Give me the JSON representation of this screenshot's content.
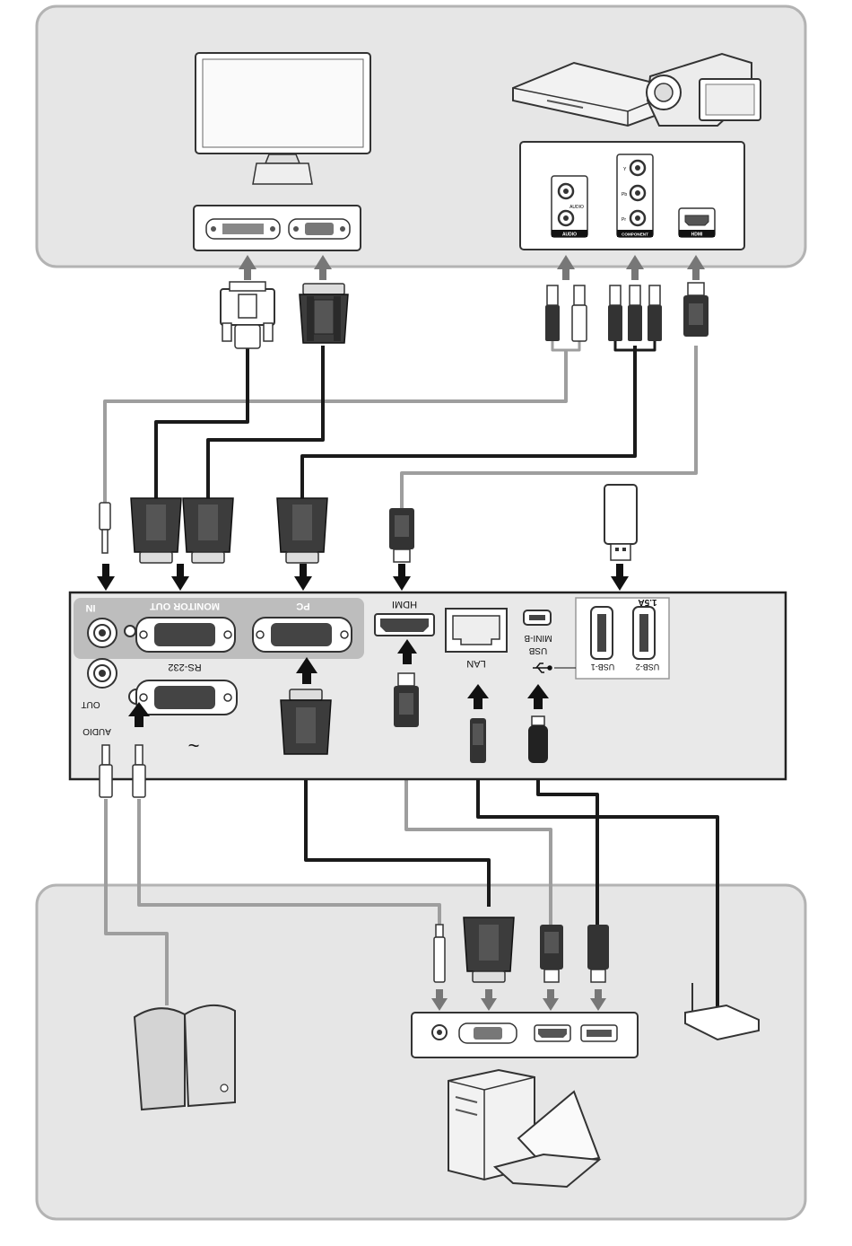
{
  "source_panel": {
    "audio_port_label": "AUDIO",
    "audio_jack_label": "AUDIO",
    "component_port_label": "COMPONENT",
    "component_y": "Y",
    "component_pb": "Pb",
    "component_pr": "Pr",
    "hdmi_port_label": "HDMI"
  },
  "projector": {
    "audio_in_label": "IN",
    "audio_out_label": "OUT",
    "audio_label": "AUDIO",
    "monitor_out_label": "MONITOR OUT",
    "rs232_label": "RS-232",
    "pc_label": "PC",
    "hdmi_label": "HDMI",
    "lan_label": "LAN",
    "usb_mini_b_line1": "USB",
    "usb_mini_b_line2": "MINI-B",
    "usb1_label": "USB-1",
    "usb2_label": "USB-2",
    "usb_power_label": "1.5A",
    "tilde": "~"
  },
  "icons": [
    "monitor-icon",
    "blu-ray-player-icon",
    "camcorder-icon",
    "usb-flash-drive-icon",
    "speakers-icon",
    "router-icon",
    "desktop-tower-icon",
    "laptop-icon"
  ],
  "colors": {
    "panel_bg": "#e6e6e6",
    "panel_border": "#b3b3b3",
    "cable_dark": "#1a1a1a",
    "cable_light": "#9e9e9e",
    "connector": "#3c3c3c"
  }
}
